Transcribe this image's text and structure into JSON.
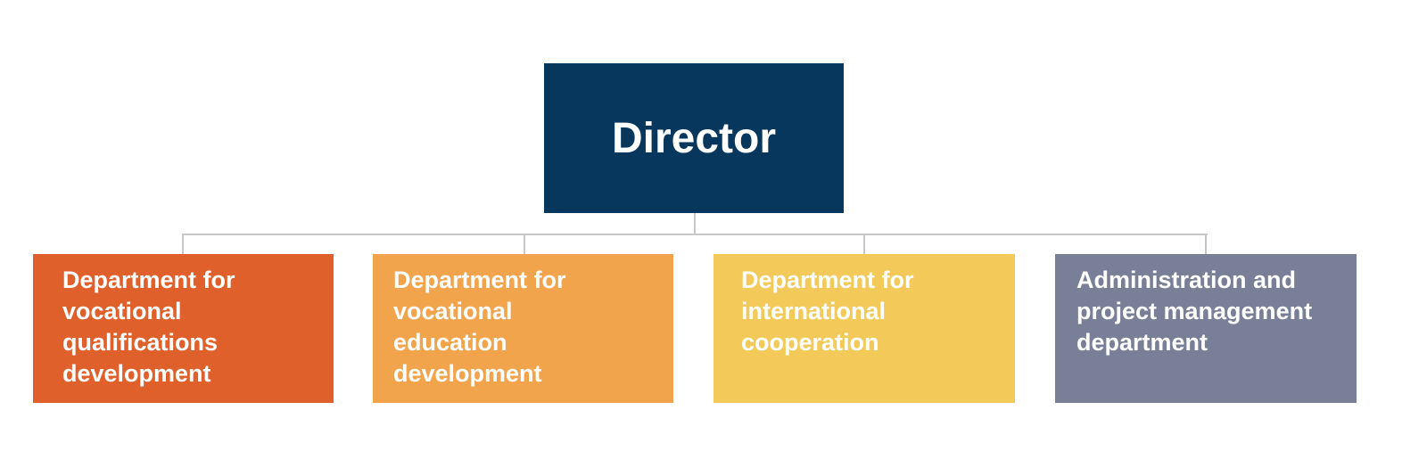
{
  "director": {
    "label": "Director",
    "color": "#08375e"
  },
  "departments": [
    {
      "label": "Department for vocational qualifications development",
      "color": "#e0602b"
    },
    {
      "label": "Department for vocational education development",
      "color": "#f2a44d"
    },
    {
      "label": "Department for international cooperation",
      "color": "#f3ca5a"
    },
    {
      "label": "Administration and project management department",
      "color": "#787f96"
    }
  ]
}
